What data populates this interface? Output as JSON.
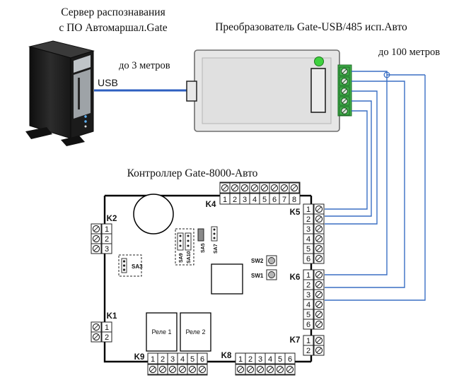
{
  "labels": {
    "server_title_line1": "Сервер распознавания",
    "server_title_line2": "с ПО Автомаршал.Gate",
    "converter_title": "Преобразователь Gate-USB/485 исп.Авто",
    "cable_length_usb": "до 3 метров",
    "usb": "USB",
    "cable_length_485": "до 100 метров",
    "controller_title": "Контроллер Gate-8000-Авто"
  },
  "connectors": {
    "k4": {
      "name": "K4",
      "pins": [
        "1",
        "2",
        "3",
        "4",
        "5",
        "6",
        "7",
        "8"
      ]
    },
    "k2": {
      "name": "K2",
      "pins": [
        "1",
        "2",
        "3"
      ]
    },
    "k1": {
      "name": "K1",
      "pins": [
        "1",
        "2"
      ]
    },
    "k9": {
      "name": "K9",
      "pins": [
        "1",
        "2",
        "3",
        "4",
        "5",
        "6"
      ]
    },
    "k8": {
      "name": "K8",
      "pins": [
        "1",
        "2",
        "3",
        "4",
        "5",
        "6"
      ]
    },
    "k5": {
      "name": "K5",
      "pins": [
        "1",
        "2",
        "3",
        "4",
        "5",
        "6"
      ]
    },
    "k6": {
      "name": "K6",
      "pins": [
        "1",
        "2",
        "3",
        "4",
        "5",
        "6"
      ]
    },
    "k7": {
      "name": "K7",
      "pins": [
        "1",
        "2"
      ]
    }
  },
  "jumpers": {
    "sa3": "SA3",
    "sa9": "SA9",
    "sa10": "SA10",
    "sa5": "SA5",
    "sa7": "SA7"
  },
  "switches": {
    "sw2": "SW2",
    "sw1": "SW1"
  },
  "relays": {
    "relay1": "Реле 1",
    "relay2": "Реле 2"
  },
  "colors": {
    "wire": "#3a6fc4",
    "usb_cable": "#2d5fc0",
    "converter_body": "#e4e4e4",
    "terminal_block": "#3fae49",
    "led": "#3fd13f",
    "server_case": "#1d1d1d"
  }
}
